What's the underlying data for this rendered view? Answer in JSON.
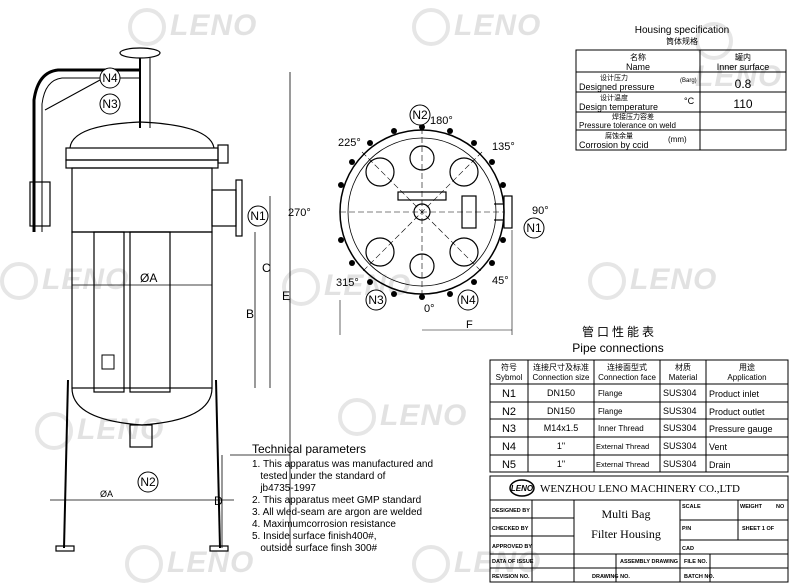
{
  "housing_spec": {
    "title": "Housing specification",
    "title_cn": "筒体规格",
    "col_name_cn": "名称",
    "col_name": "Name",
    "col_inner_cn": "罐内",
    "col_inner": "Inner surface",
    "rows": [
      {
        "cn": "设计压力",
        "en": "Designed pressure",
        "unit": "(Barg)",
        "value": "0.8"
      },
      {
        "cn": "设计温度",
        "en": "Design temperature",
        "unit": "°C",
        "value": "110"
      },
      {
        "cn": "焊接压力容差",
        "en": "Pressure tolerance on weld",
        "unit": "",
        "value": ""
      },
      {
        "cn": "腐蚀余量",
        "en": "Corrosion by ccid",
        "unit": "(mm)",
        "value": ""
      }
    ]
  },
  "pipe_connections": {
    "title_cn": "管 口 性 能 表",
    "title": "Pipe connections",
    "headers": [
      {
        "cn": "符号",
        "en": "Sybmol"
      },
      {
        "cn": "连接尺寸及标准",
        "en": "Connection size"
      },
      {
        "cn": "连接面型式",
        "en": "Connection face"
      },
      {
        "cn": "材质",
        "en": "Material"
      },
      {
        "cn": "用途",
        "en": "Application"
      }
    ],
    "rows": [
      [
        "N1",
        "DN150",
        "Flange",
        "SUS304",
        "Product inlet"
      ],
      [
        "N2",
        "DN150",
        "Flange",
        "SUS304",
        "Product outlet"
      ],
      [
        "N3",
        "M14x1.5",
        "Inner Thread",
        "SUS304",
        "Pressure gauge"
      ],
      [
        "N4",
        "1\"",
        "External Thread",
        "SUS304",
        "Vent"
      ],
      [
        "N5",
        "1\"",
        "External Thread",
        "SUS304",
        "Drain"
      ]
    ]
  },
  "tech_params": {
    "title": "Technical parameters",
    "lines": [
      "1. This apparatus was manufactured and",
      "   tested under the standard of",
      "   jb4735-1997",
      "2. This apparatus meet GMP standard",
      "3. All wled-seam are argon are welded",
      "4. Maximumcorrosion resistance",
      "5. Inside surface finish400#,",
      "   outside surface finsh 300#"
    ]
  },
  "title_block": {
    "company": "WENZHOU LENO MACHINERY CO.,LTD",
    "logo": "LENO",
    "product_line1": "Multi Bag",
    "product_line2": "Filter Housing",
    "labels": {
      "designed_by": "DESIGNED BY",
      "checked_by": "CHECKED BY",
      "approved_by": "APPROVED BY",
      "date_of_issue": "DATA OF ISSUE",
      "revision_no": "REVISION NO.",
      "scale": "SCALE",
      "weight": "WEIGHT",
      "no": "NO",
      "pn": "P/N",
      "sheet": "SHEET 1 OF",
      "cad": "CAD",
      "assembly_drawing": "ASSEMBLY DRAWING",
      "drawing_no": "DRAWING NO.",
      "file_no": "FILE NO.",
      "batch_no": "BATCH NO."
    }
  },
  "side_view": {
    "callouts": [
      "N4",
      "N3",
      "N1",
      "N2"
    ],
    "dims": [
      "C",
      "E",
      "B",
      "ØA",
      "D",
      "ØA"
    ]
  },
  "top_view": {
    "angles": [
      "225°",
      "180°",
      "135°",
      "270°",
      "90°",
      "315°",
      "0°",
      "45°"
    ],
    "callouts": [
      "N2",
      "N1",
      "N3",
      "N4"
    ],
    "dim": "F"
  },
  "watermark": "LENO"
}
